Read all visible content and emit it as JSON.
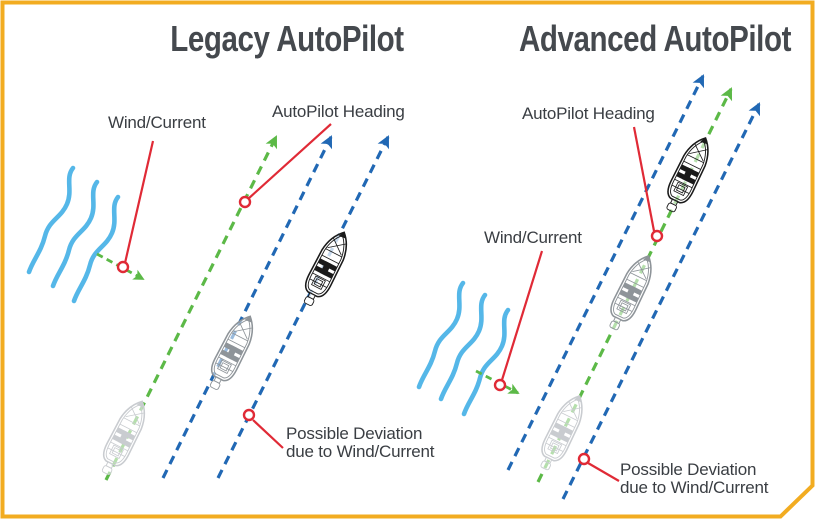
{
  "panels": [
    {
      "title": "Legacy AutoPilot",
      "labels": {
        "wind": "Wind/Current",
        "heading": "AutoPilot Heading",
        "deviation_line1": "Possible Deviation",
        "deviation_line2": "due to Wind/Current"
      }
    },
    {
      "title": "Advanced AutoPilot",
      "labels": {
        "wind": "Wind/Current",
        "heading": "AutoPilot Heading",
        "deviation_line1": "Possible Deviation",
        "deviation_line2": "due to Wind/Current"
      }
    }
  ],
  "colors": {
    "border": "#F2AC21",
    "title_text": "#45494E",
    "label_text": "#3A3E43",
    "heading_line_green": "#5CB947",
    "deviation_line_blue": "#2168B4",
    "callout_red": "#E02A36",
    "wave_blue": "#55B7E8",
    "boat_dark": "#1A1A1A",
    "boat_medium": "#8E9499",
    "boat_faded": "#C9CCD0"
  }
}
